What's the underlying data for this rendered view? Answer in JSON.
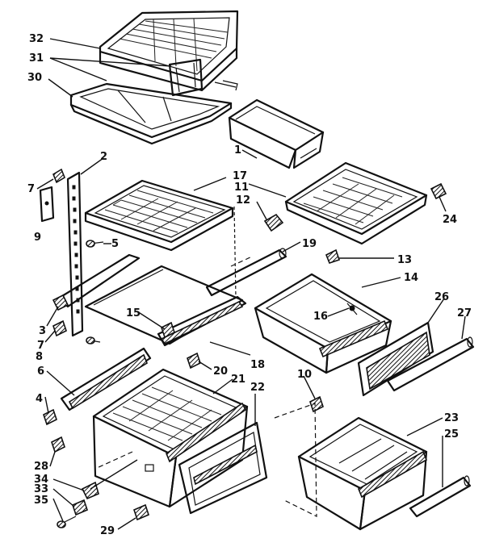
{
  "diagram": {
    "callouts": [
      {
        "id": "c32",
        "label": "32"
      },
      {
        "id": "c31",
        "label": "31"
      },
      {
        "id": "c30",
        "label": "30"
      },
      {
        "id": "c1",
        "label": "1"
      },
      {
        "id": "c2",
        "label": "2"
      },
      {
        "id": "c17",
        "label": "17"
      },
      {
        "id": "c11",
        "label": "11"
      },
      {
        "id": "c7a",
        "label": "7"
      },
      {
        "id": "c12",
        "label": "12"
      },
      {
        "id": "c24",
        "label": "24"
      },
      {
        "id": "c9",
        "label": "9"
      },
      {
        "id": "c5",
        "label": "5"
      },
      {
        "id": "c19",
        "label": "19"
      },
      {
        "id": "c13",
        "label": "13"
      },
      {
        "id": "c14",
        "label": "14"
      },
      {
        "id": "c3",
        "label": "3"
      },
      {
        "id": "c7b",
        "label": "7"
      },
      {
        "id": "c15",
        "label": "15"
      },
      {
        "id": "c16",
        "label": "16"
      },
      {
        "id": "c26",
        "label": "26"
      },
      {
        "id": "c27",
        "label": "27"
      },
      {
        "id": "c8",
        "label": "8"
      },
      {
        "id": "c6",
        "label": "6"
      },
      {
        "id": "c18",
        "label": "18"
      },
      {
        "id": "c20",
        "label": "20"
      },
      {
        "id": "c21",
        "label": "21"
      },
      {
        "id": "c10",
        "label": "10"
      },
      {
        "id": "c4",
        "label": "4"
      },
      {
        "id": "c22",
        "label": "22"
      },
      {
        "id": "c23",
        "label": "23"
      },
      {
        "id": "c25",
        "label": "25"
      },
      {
        "id": "c28",
        "label": "28"
      },
      {
        "id": "c34",
        "label": "34"
      },
      {
        "id": "c33",
        "label": "33"
      },
      {
        "id": "c35",
        "label": "35"
      },
      {
        "id": "c29",
        "label": "29"
      }
    ]
  }
}
